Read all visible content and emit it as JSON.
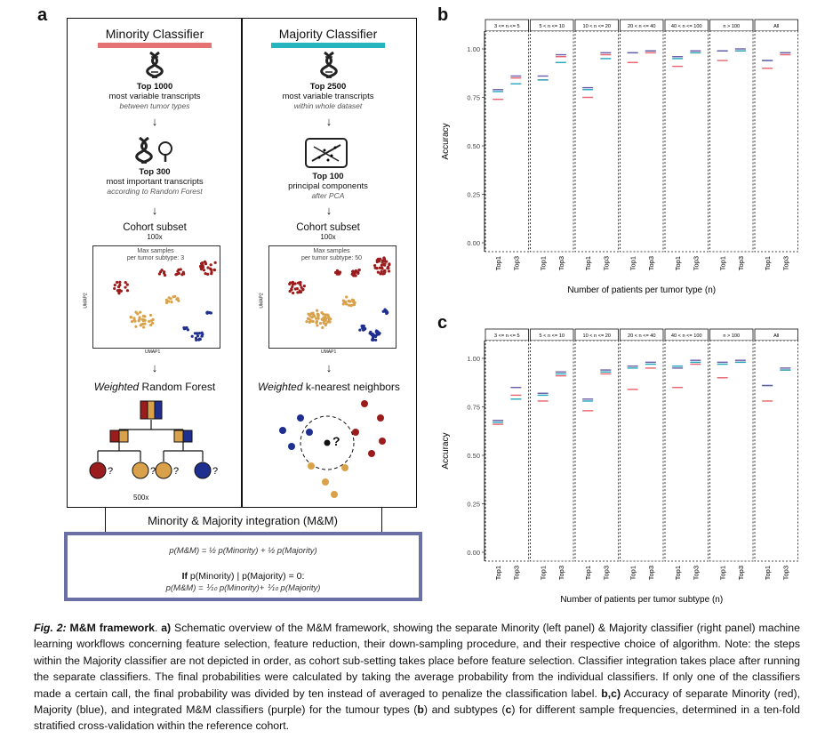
{
  "panel_a": {
    "letter": "a",
    "minority": {
      "title": "Minority Classifier",
      "title_color": "#e57373",
      "step1": {
        "bold": "Top 1000",
        "line": "most variable transcripts",
        "italic": "between tumor types"
      },
      "step2": {
        "bold": "Top 300",
        "line": "most important transcripts",
        "italic": "according to Random Forest"
      },
      "cohort": "Cohort subset",
      "cohort_n": "100x",
      "umap_note_1": "Max samples",
      "umap_note_2": "per tumor subtype: 3",
      "umap_xlabel": "UMAP1",
      "umap_ylabel": "UMAP2",
      "algo_italic": "Weighted",
      "algo_rest": " Random Forest",
      "repeat": "500x"
    },
    "majority": {
      "title": "Majority Classifier",
      "title_color": "#26b5be",
      "step1": {
        "bold": "Top 2500",
        "line": "most variable transcripts",
        "italic": "within whole dataset"
      },
      "step2": {
        "bold": "Top 100",
        "line": "principal components",
        "italic": "after PCA"
      },
      "cohort": "Cohort subset",
      "cohort_n": "100x",
      "umap_note_1": "Max samples",
      "umap_note_2": "per tumor subtype: 50",
      "umap_xlabel": "UMAP1",
      "umap_ylabel": "UMAP2",
      "algo_italic": "Weighted",
      "algo_rest": " k-nearest neighbors",
      "query": "?"
    },
    "integration": "Minority & Majority integration (M&M)",
    "formula1": "p(M&M) = ½ p(Minority) + ½ p(Majority)",
    "formula2_bold": "If",
    "formula2_rest": " p(Minority) | p(Majority) = 0:",
    "formula3": "p(M&M) = ⅒ p(Minority)+ ⅒ p(Majority)",
    "colors": {
      "red": "#9b1c1c",
      "blue": "#1f2f8f",
      "gold": "#d9a24a",
      "frame": "#6a6fa6"
    }
  },
  "chart_data": [
    {
      "panel": "b",
      "type": "scatter",
      "ylabel": "Accuracy",
      "xlabel": "Number of patients per tumor type (n)",
      "ylim": [
        0,
        1
      ],
      "yticks": [
        "0.00",
        "0.25",
        "0.50",
        "0.75",
        "1.00"
      ],
      "facets": [
        "3 <= n <= 5",
        "5 < n <= 10",
        "10 < n <= 20",
        "20 < n <= 40",
        "40 < n <= 100",
        "n > 100",
        "All"
      ],
      "categories": [
        "Top1",
        "Top3"
      ],
      "series": [
        {
          "name": "Minority",
          "color": "#e8636e",
          "values": [
            [
              0.74,
              0.85
            ],
            [
              0.84,
              0.96
            ],
            [
              0.75,
              0.97
            ],
            [
              0.93,
              0.98
            ],
            [
              0.91,
              0.98
            ],
            [
              0.94,
              0.99
            ],
            [
              0.9,
              0.97
            ]
          ]
        },
        {
          "name": "Majority",
          "color": "#22a7bd",
          "values": [
            [
              0.78,
              0.82
            ],
            [
              0.84,
              0.93
            ],
            [
              0.79,
              0.95
            ],
            [
              0.98,
              0.99
            ],
            [
              0.95,
              0.98
            ],
            [
              0.99,
              0.99
            ],
            [
              0.94,
              0.98
            ]
          ]
        },
        {
          "name": "M&M",
          "color": "#6b5da8",
          "values": [
            [
              0.79,
              0.86
            ],
            [
              0.86,
              0.97
            ],
            [
              0.8,
              0.98
            ],
            [
              0.98,
              0.99
            ],
            [
              0.96,
              0.99
            ],
            [
              0.99,
              1.0
            ],
            [
              0.94,
              0.98
            ]
          ]
        }
      ]
    },
    {
      "panel": "c",
      "type": "scatter",
      "ylabel": "Accuracy",
      "xlabel": "Number of patients per tumor subtype (n)",
      "ylim": [
        0,
        1
      ],
      "yticks": [
        "0.00",
        "0.25",
        "0.50",
        "0.75",
        "1.00"
      ],
      "facets": [
        "3 <= n <= 5",
        "5 < n <= 10",
        "10 < n <= 20",
        "20 < n <= 40",
        "40 < n <= 100",
        "n > 100",
        "All"
      ],
      "categories": [
        "Top1",
        "Top3"
      ],
      "series": [
        {
          "name": "Minority",
          "color": "#e8636e",
          "values": [
            [
              0.66,
              0.81
            ],
            [
              0.78,
              0.91
            ],
            [
              0.73,
              0.92
            ],
            [
              0.84,
              0.95
            ],
            [
              0.85,
              0.97
            ],
            [
              0.9,
              0.98
            ],
            [
              0.78,
              0.94
            ]
          ]
        },
        {
          "name": "Majority",
          "color": "#22a7bd",
          "values": [
            [
              0.67,
              0.79
            ],
            [
              0.81,
              0.92
            ],
            [
              0.78,
              0.93
            ],
            [
              0.95,
              0.97
            ],
            [
              0.96,
              0.98
            ],
            [
              0.97,
              0.98
            ],
            [
              0.86,
              0.94
            ]
          ]
        },
        {
          "name": "M&M",
          "color": "#6b5da8",
          "values": [
            [
              0.68,
              0.85
            ],
            [
              0.82,
              0.93
            ],
            [
              0.79,
              0.94
            ],
            [
              0.96,
              0.98
            ],
            [
              0.95,
              0.99
            ],
            [
              0.98,
              0.99
            ],
            [
              0.86,
              0.95
            ]
          ]
        }
      ]
    }
  ],
  "caption": {
    "label": "Fig. 2:",
    "title": " M&M framework",
    "a_label": "a)",
    "text_a": " Schematic overview of the M&M framework, showing the separate Minority (left panel) & Majority classifier (right panel) machine learning workflows concerning feature selection, feature reduction, their down-sampling procedure, and their respective choice of algorithm. Note: the steps within the Majority classifier are not depicted in order, as cohort sub-setting takes place before feature selection. Classifier integration takes place after running the separate classifiers. The final probabilities were calculated by taking the average probability from the individual classifiers. If only one of the classifiers made a certain call, the final probability was divided by ten instead of averaged to penalize the classification label. ",
    "bc_label": "b,c)",
    "text_bc_1": " Accuracy of separate Minority (red), Majority (blue), and integrated M&M classifiers (purple) for the tumour types (",
    "b": "b",
    "text_bc_2": ") and subtypes (",
    "c": "c",
    "text_bc_3": ") for different sample frequencies, determined in a ten-fold stratified cross-validation within the reference cohort."
  }
}
